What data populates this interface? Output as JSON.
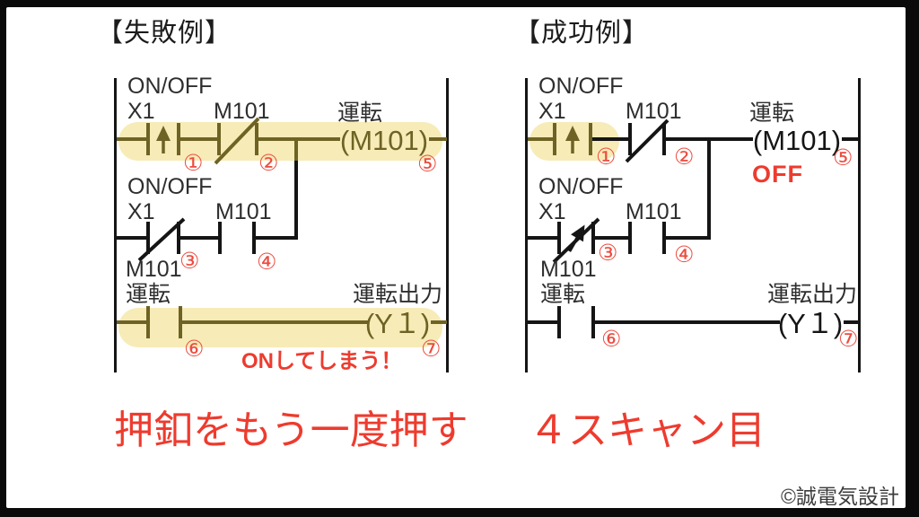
{
  "colors": {
    "frame": "#0a0a0a",
    "panel": "#ffffff",
    "line": "#151515",
    "active_line": "#6e6324",
    "highlight": "#f7ebb7",
    "annotation_red": "#ee3b2e",
    "mark_red": "#ec4c40"
  },
  "titles": {
    "left": "【失敗例】",
    "right": "【成功例】"
  },
  "caption": {
    "part1": "押釦をもう一度押す",
    "part2": "４スキャン目"
  },
  "copyright": "©誠電気設計",
  "left": {
    "rung1": {
      "comment": "ON/OFF",
      "contact1": "X1",
      "contact2": "M101",
      "coil_comment": "運転",
      "coil": "(M101)",
      "marks": {
        "m1": "①",
        "m2": "②",
        "m5": "⑤"
      }
    },
    "rung2": {
      "comment": "ON/OFF",
      "contact1": "X1",
      "contact2": "M101",
      "marks": {
        "m3": "③",
        "m4": "④"
      }
    },
    "rung3": {
      "contact_device": "M101",
      "contact_comment": "運転",
      "coil_comment": "運転出力",
      "coil": "(Y１)",
      "marks": {
        "m6": "⑥",
        "m7": "⑦"
      }
    },
    "warning": "ONしてしまう！"
  },
  "right": {
    "rung1": {
      "comment": "ON/OFF",
      "contact1": "X1",
      "contact2": "M101",
      "coil_comment": "運転",
      "coil": "(M101)",
      "state": "OFF",
      "marks": {
        "m1": "①",
        "m2": "②",
        "m5": "⑤"
      }
    },
    "rung2": {
      "comment": "ON/OFF",
      "contact1": "X1",
      "contact2": "M101",
      "marks": {
        "m3": "③",
        "m4": "④"
      }
    },
    "rung3": {
      "contact_device": "M101",
      "contact_comment": "運転",
      "coil_comment": "運転出力",
      "coil": "(Y１)",
      "marks": {
        "m6": "⑥",
        "m7": "⑦"
      }
    }
  }
}
